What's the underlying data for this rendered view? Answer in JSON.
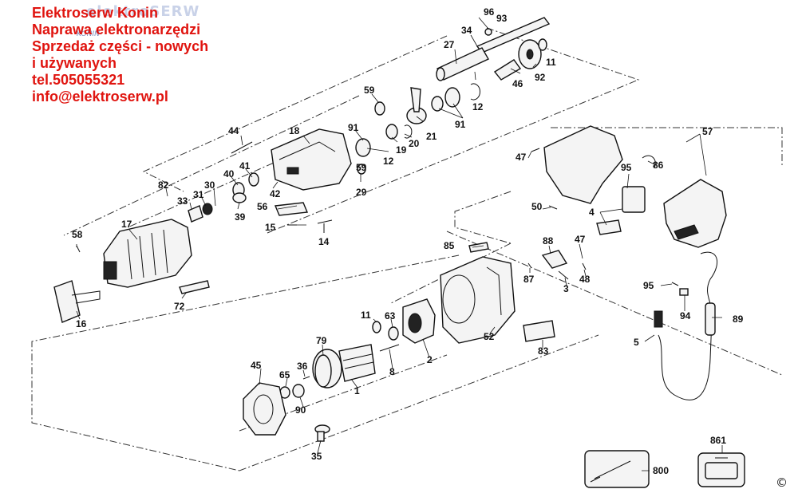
{
  "header": {
    "lines": [
      "Elektroserw Konin",
      "Naprawa elektronarzędzi",
      "Sprzedaż części - nowych",
      "i używanych",
      "tel.505055321",
      "info@elektroserw.pl"
    ],
    "watermark": "elektroSERW",
    "watermark_sub": "KONIN"
  },
  "copyright": "©",
  "labels": {
    "p96": "96",
    "p93": "93",
    "p34": "34",
    "p27": "27",
    "p11a": "11",
    "p46": "46",
    "p92": "92",
    "p59a": "59",
    "p12a": "12",
    "p21": "21",
    "p91a": "91",
    "p91b": "91",
    "p18": "18",
    "p44": "44",
    "p19": "19",
    "p20": "20",
    "p12b": "12",
    "p59b": "59",
    "p29": "29",
    "p41": "41",
    "p40": "40",
    "p30": "30",
    "p31": "31",
    "p33": "33",
    "p82": "82",
    "p39": "39",
    "p42": "42",
    "p56": "56",
    "p15": "15",
    "p14": "14",
    "p17": "17",
    "p58": "58",
    "p72": "72",
    "p16": "16",
    "p57": "57",
    "p47a": "47",
    "p95a": "95",
    "p86": "86",
    "p50": "50",
    "p4": "4",
    "p85": "85",
    "p88": "88",
    "p47b": "47",
    "p87": "87",
    "p48": "48",
    "p3": "3",
    "p95b": "95",
    "p94": "94",
    "p89": "89",
    "p5": "5",
    "p11b": "11",
    "p63": "63",
    "p2": "2",
    "p52": "52",
    "p83": "83",
    "p79": "79",
    "p8": "8",
    "p45": "45",
    "p65": "65",
    "p36": "36",
    "p1": "1",
    "p90": "90",
    "p35": "35",
    "p800": "800",
    "p861": "861"
  }
}
